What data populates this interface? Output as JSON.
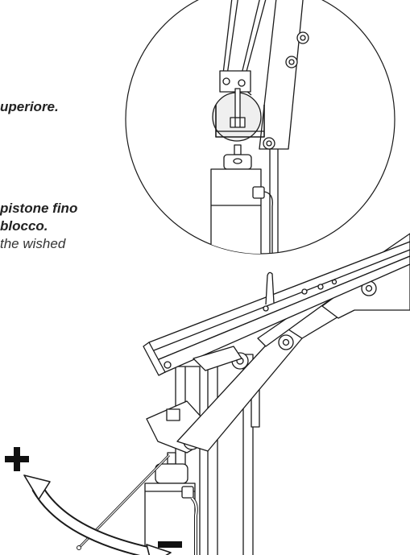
{
  "instructions": {
    "line1": "uperiore.",
    "line2": "pistone fino",
    "line3": "blocco.",
    "line4": "the wished"
  },
  "icons": {
    "increase": "plus-icon",
    "decrease": "minus-icon",
    "adjust": "double-curved-arrow-icon"
  },
  "colors": {
    "line": "#1a1a1a",
    "background": "#ffffff"
  }
}
